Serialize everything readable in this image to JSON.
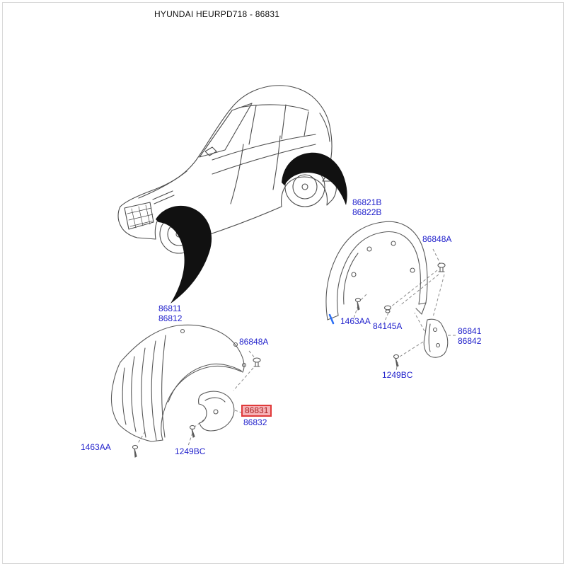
{
  "page": {
    "title": "HYUNDAI HEURPD718 - 86831"
  },
  "colors": {
    "label_blue": "#2222cc",
    "highlight_fill": "#f6b1b6",
    "highlight_border": "#e03a3a",
    "highlight_text": "#a82222",
    "drawing_gray": "#5a5a5a",
    "arrow_black": "#111111",
    "tick_blue": "#2a6df4"
  },
  "labels": {
    "rear_liner_outer": "86821B",
    "rear_liner_inner": "86822B",
    "rear_clip": "86848A",
    "rear_screw": "1463AA",
    "rear_grommet": "84145A",
    "rear_mudguard_outer": "86841",
    "rear_mudguard_inner": "86842",
    "rear_bolt": "1249BC",
    "front_liner_outer": "86811",
    "front_liner_inner": "86812",
    "front_clip": "86848A",
    "front_mudguard_outer": "86831",
    "front_mudguard_inner": "86832",
    "front_screw": "1463AA",
    "front_bolt": "1249BC"
  }
}
